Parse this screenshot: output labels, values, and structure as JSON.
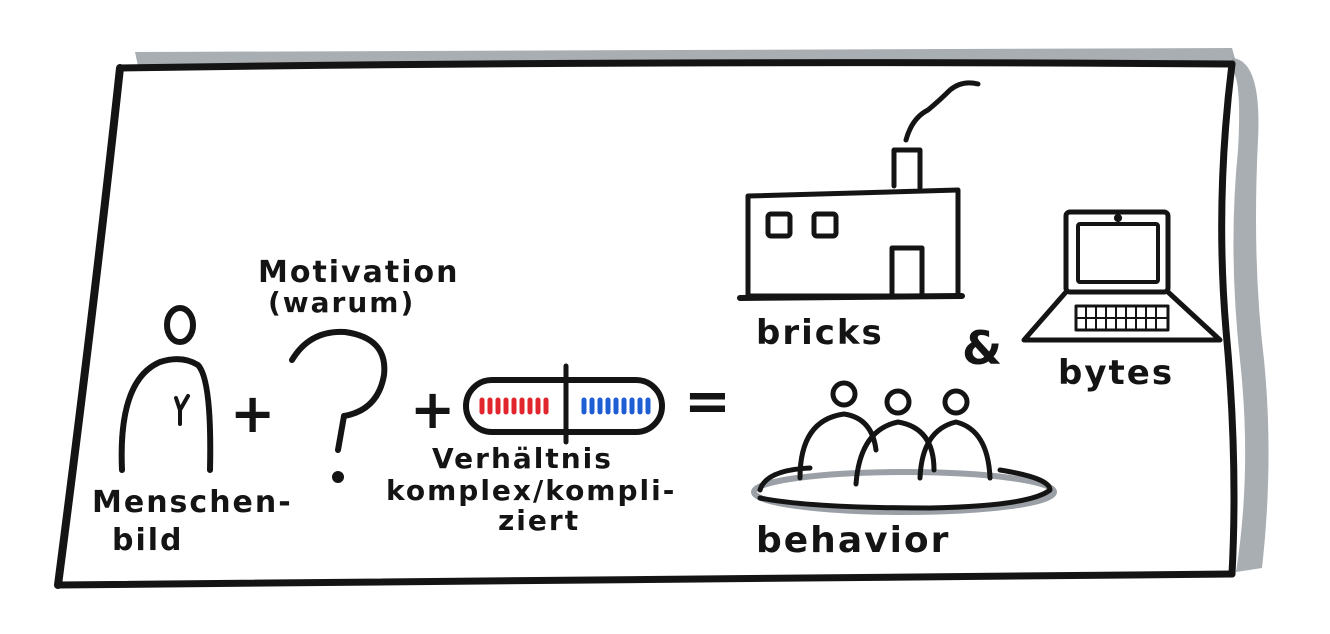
{
  "labels": {
    "motivation_line1": "Motivation",
    "motivation_line2": "(warum)",
    "menschenbild_line1": "Menschen-",
    "menschenbild_line2": "bild",
    "verhaeltnis_line1": "Verhältnis",
    "verhaeltnis_line2": "komplex/kompli-",
    "verhaeltnis_line3": "ziert",
    "bricks": "bricks",
    "ampersand": "&",
    "bytes": "bytes",
    "behavior": "behavior"
  },
  "operators": {
    "plus_1": "+",
    "plus_2": "+",
    "equals": "="
  },
  "colors": {
    "ink": "#141414",
    "shadow": "#9aa0a6",
    "red_dashes": "#e0262c",
    "blue_dashes": "#1f5fd6"
  },
  "icons": [
    "person-icon",
    "question-mark-icon",
    "capsule-icon",
    "factory-icon",
    "laptop-icon",
    "group-icon"
  ]
}
